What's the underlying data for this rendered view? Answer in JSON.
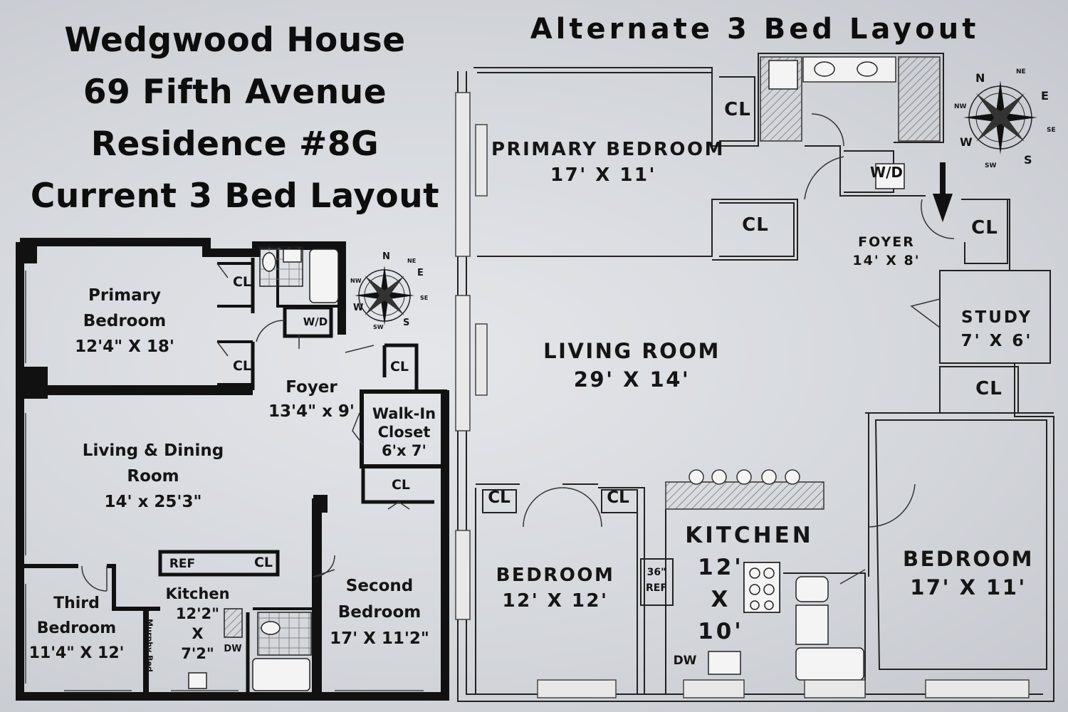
{
  "title": {
    "line1": "Wedgwood House",
    "line2": "69 Fifth Avenue",
    "line3": "Residence #8G",
    "line4": "Current 3 Bed Layout"
  },
  "alternate_title": "Alternate 3 Bed Layout",
  "current_plan": {
    "primary_bedroom": {
      "name_line1": "Primary",
      "name_line2": "Bedroom",
      "size": "12'4\" X 18'"
    },
    "closet_label": "CL",
    "washer_dryer": "W/D",
    "foyer": {
      "name": "Foyer",
      "size": "13'4\" x 9'"
    },
    "walk_in_closet": {
      "name_line1": "Walk-In",
      "name_line2": "Closet",
      "size": "6'x 7'"
    },
    "living_dining": {
      "name_line1": "Living & Dining",
      "name_line2": "Room",
      "size": "14' x 25'3\""
    },
    "kitchen": {
      "name": "Kitchen",
      "size_line1": "12'2\"",
      "size_line2": "X",
      "size_line3": "7'2\""
    },
    "ref": "REF",
    "dw": "DW",
    "third_bedroom": {
      "name_line1": "Third",
      "name_line2": "Bedroom",
      "size": "11'4\" X 12'"
    },
    "murphy_bed": "Murphy Bed",
    "second_bedroom": {
      "name_line1": "Second",
      "name_line2": "Bedroom",
      "size": "17' X 11'2\""
    },
    "compass": {
      "n": "N",
      "ne": "NE",
      "e": "E",
      "se": "SE",
      "s": "S",
      "sw": "SW",
      "w": "W",
      "nw": "NW"
    }
  },
  "alternate_plan": {
    "primary_bedroom": {
      "name": "PRIMARY BEDROOM",
      "size": "17' X 11'"
    },
    "closet_label": "CL",
    "washer_dryer": "W/D",
    "foyer": {
      "name": "FOYER",
      "size": "14' X 8'"
    },
    "study": {
      "name": "STUDY",
      "size": "7' X 6'"
    },
    "living_room": {
      "name": "LIVING ROOM",
      "size": "29' X 14'"
    },
    "bedroom_left": {
      "name": "BEDROOM",
      "size": "12' X 12'"
    },
    "kitchen": {
      "name": "KITCHEN",
      "size_line1": "12'",
      "size_line2": "X",
      "size_line3": "10'"
    },
    "ref": {
      "line1": "36\"",
      "line2": "REF"
    },
    "dw": "DW",
    "bedroom_right": {
      "name": "BEDROOM",
      "size": "17' X 11'"
    },
    "compass": {
      "n": "N",
      "ne": "NE",
      "e": "E",
      "se": "SE",
      "s": "S",
      "sw": "SW",
      "w": "W",
      "nw": "NW"
    }
  }
}
